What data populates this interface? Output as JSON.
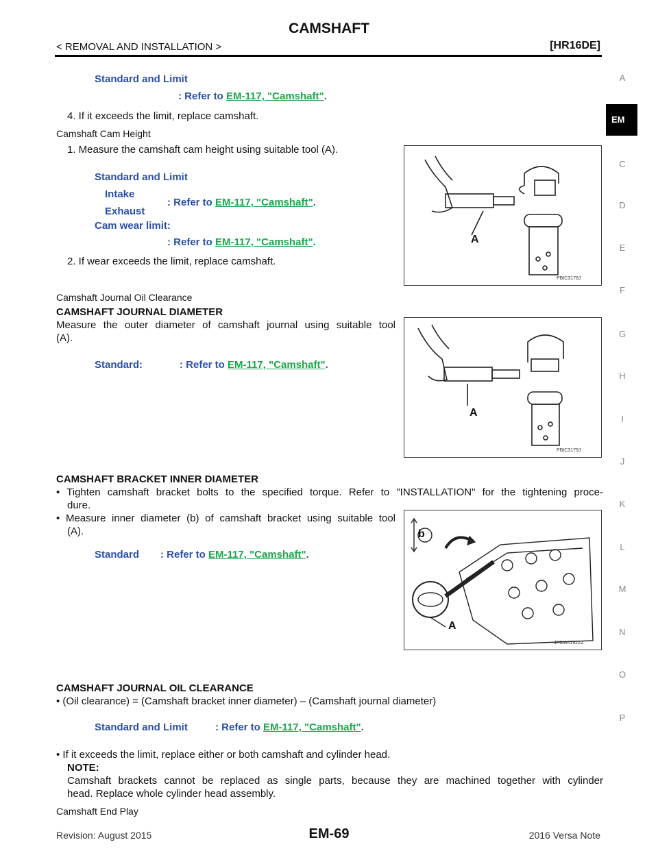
{
  "header": {
    "title": "CAMSHAFT",
    "breadcrumb": "< REMOVAL AND INSTALLATION >",
    "engine": "[HR16DE]"
  },
  "side_tabs": [
    "A",
    "EM",
    "C",
    "D",
    "E",
    "F",
    "G",
    "H",
    "I",
    "J",
    "K",
    "L",
    "M",
    "N",
    "O",
    "P"
  ],
  "ref": {
    "prefix": ": Refer to ",
    "link": "EM-117, \"Camshaft\"",
    "dot": "."
  },
  "block1": {
    "label": "Standard and Limit",
    "step4": "4. If it exceeds the limit, replace camshaft."
  },
  "cam_height": {
    "heading": "Camshaft Cam Height",
    "step1": "1. Measure the camshaft cam height using suitable tool (A).",
    "std_label": "Standard and Limit",
    "intake": "Intake",
    "exhaust": "Exhaust",
    "wear_label": "Cam wear limit:",
    "step2": "2. If wear exceeds the limit, replace camshaft.",
    "fig_id": "PBIC3178J",
    "fig_letter": "A"
  },
  "journal": {
    "heading": "Camshaft Journal Oil Clearance",
    "diam_title": "CAMSHAFT JOURNAL DIAMETER",
    "diam_text1": "Measure the outer diameter of camshaft journal using suitable tool",
    "diam_text2": "(A).",
    "std_label": "Standard:",
    "fig_id": "PBIC3179J",
    "fig_letter": "A"
  },
  "bracket": {
    "title": "CAMSHAFT BRACKET INNER DIAMETER",
    "bullet1a": "• Tighten camshaft bracket bolts to the specified torque. Refer to \"INSTALLATION\" for the tightening proce-",
    "bullet1b": "dure.",
    "bullet2a": "• Measure inner diameter (b) of camshaft bracket using suitable tool",
    "bullet2b": "(A).",
    "std_label": "Standard",
    "fig_id": "JPBIA4192ZZ",
    "fig_letter_a": "A",
    "fig_letter_b": "b"
  },
  "clearance": {
    "title": "CAMSHAFT JOURNAL OIL CLEARANCE",
    "formula": "• (Oil clearance) = (Camshaft bracket inner diameter) – (Camshaft journal diameter)",
    "std_label": "Standard and Limit",
    "bullet": "• If it exceeds the limit, replace either or both camshaft and cylinder head.",
    "note_label": "NOTE:",
    "note1": "Camshaft brackets cannot be replaced as single parts, because they are machined together with cylinder",
    "note2": "head. Replace whole cylinder head assembly."
  },
  "end_play": "Camshaft End Play",
  "footer": {
    "revision": "Revision: August 2015",
    "page": "EM-69",
    "model": "2016 Versa Note"
  }
}
